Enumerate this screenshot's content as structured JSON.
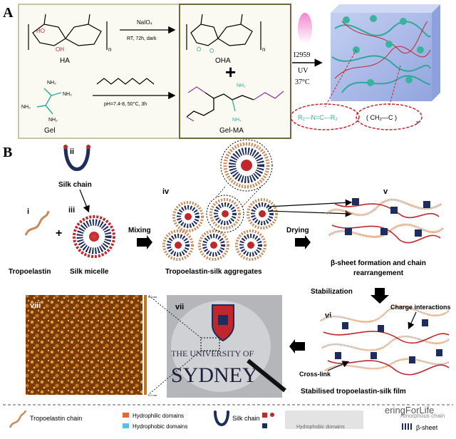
{
  "panel_a": {
    "label": "A",
    "ha": "HA",
    "reagent_1": "NaIO₄",
    "cond_1": "RT, 72h, dark",
    "oha": "OHA",
    "gel": "Gel",
    "cond_2": "pH=7.4-8, 50°C, 3h",
    "gel_ma": "Gel-MA",
    "initiator": "I2959",
    "uv": "UV",
    "temp": "37°C",
    "plus": "+",
    "n1": "n",
    "n2": "n",
    "nh2": "NH₂",
    "x": "x"
  },
  "panel_b": {
    "label": "B",
    "roman": [
      "i",
      "ii",
      "iii",
      "iv",
      "v",
      "vi",
      "vii",
      "viii"
    ],
    "silk_chain": "Silk chain",
    "tropoelastin": "Tropoelastin",
    "silk_micelle": "Silk micelle",
    "mixing": "Mixing",
    "aggregates": "Tropoelastin-silk aggregates",
    "drying": "Drying",
    "beta_formation_1": "β-sheet  formation and chain",
    "beta_formation_2": "rearrangement",
    "stabilization": "Stabilization",
    "charge": "Charge interactions",
    "crosslink": "Cross-link",
    "film": "Stabilised tropoelastin-silk film",
    "scale_top": "6.0 nm",
    "scale_bottom": "0.0 nm",
    "photo_text_1": "THE UNIVERSITY OF",
    "photo_text_2": "SYDNEY"
  },
  "legend": {
    "tropo_chain": "Tropoelastin chain",
    "hydrophilic": "Hydrophilic domains",
    "hydrophobic": "Hydrophobic domains",
    "silk_chain": "Silk chain",
    "amorphous": "Amorphous chain",
    "hydrophobic_2": "Hydrophobic domains",
    "beta_sheet": "β-sheet",
    "watermark": "eringForLife"
  },
  "colors": {
    "red": "#c0272d",
    "navy": "#1f2d5c",
    "tan": "#c98a58",
    "teal": "#2fa89a",
    "cyan": "#56c1e8",
    "orange": "#e0663b"
  }
}
